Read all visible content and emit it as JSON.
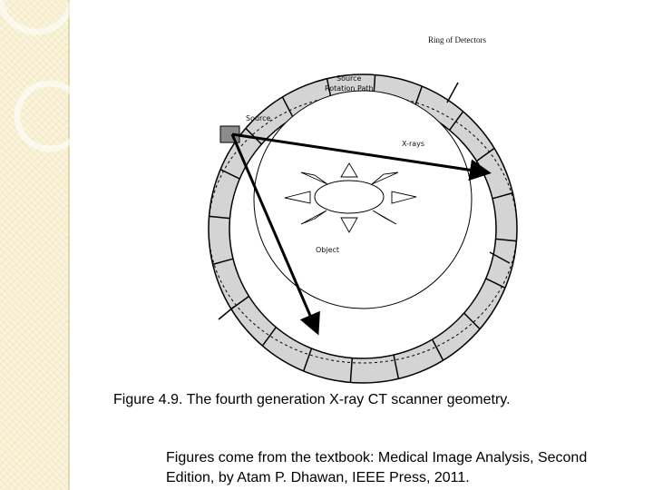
{
  "diagram": {
    "labels": {
      "ring_of_detectors": "Ring of Detectors",
      "source_rotation_path_line1": "Source",
      "source_rotation_path_line2": "Rotation Path",
      "source": "Source",
      "x_rays": "X-rays",
      "object": "Object"
    },
    "detector_count": 20
  },
  "caption": "Figure 4.9. The fourth generation X-ray CT scanner geometry.",
  "source_note": {
    "line1": "Figures come from the textbook: Medical Image Analysis, Second",
    "line2": "Edition, by Atam P. Dhawan, IEEE Press, 2011."
  },
  "colors": {
    "sidebar": "#f7efcf",
    "detector_ring_fill": "#d4d4d4",
    "source_box": "#8c8c8c",
    "ink": "#000000"
  }
}
